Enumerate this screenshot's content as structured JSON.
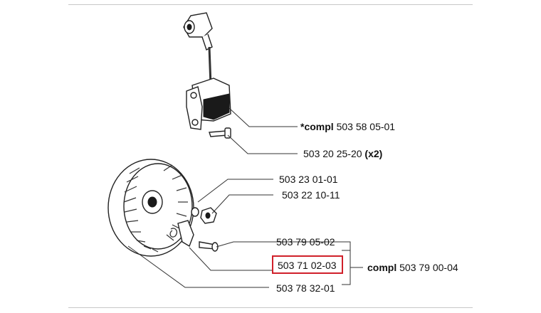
{
  "parts": [
    {
      "prefix": "*compl",
      "number": "503 58 05-01",
      "suffix": ""
    },
    {
      "prefix": "",
      "number": "503 20 25-20",
      "suffix": "(x2)"
    },
    {
      "prefix": "",
      "number": "503 23 01-01",
      "suffix": ""
    },
    {
      "prefix": "",
      "number": "503 22 10-11",
      "suffix": ""
    },
    {
      "prefix": "",
      "number": "503 79 05-02",
      "suffix": ""
    },
    {
      "prefix": "",
      "number": "503 71 02-03",
      "suffix": ""
    },
    {
      "prefix": "",
      "number": "503 78 32-01",
      "suffix": ""
    }
  ],
  "assembly": {
    "prefix": "compl",
    "number": "503 79 00-04"
  },
  "colors": {
    "highlight_box": "#d0202a",
    "line": "#333333"
  }
}
